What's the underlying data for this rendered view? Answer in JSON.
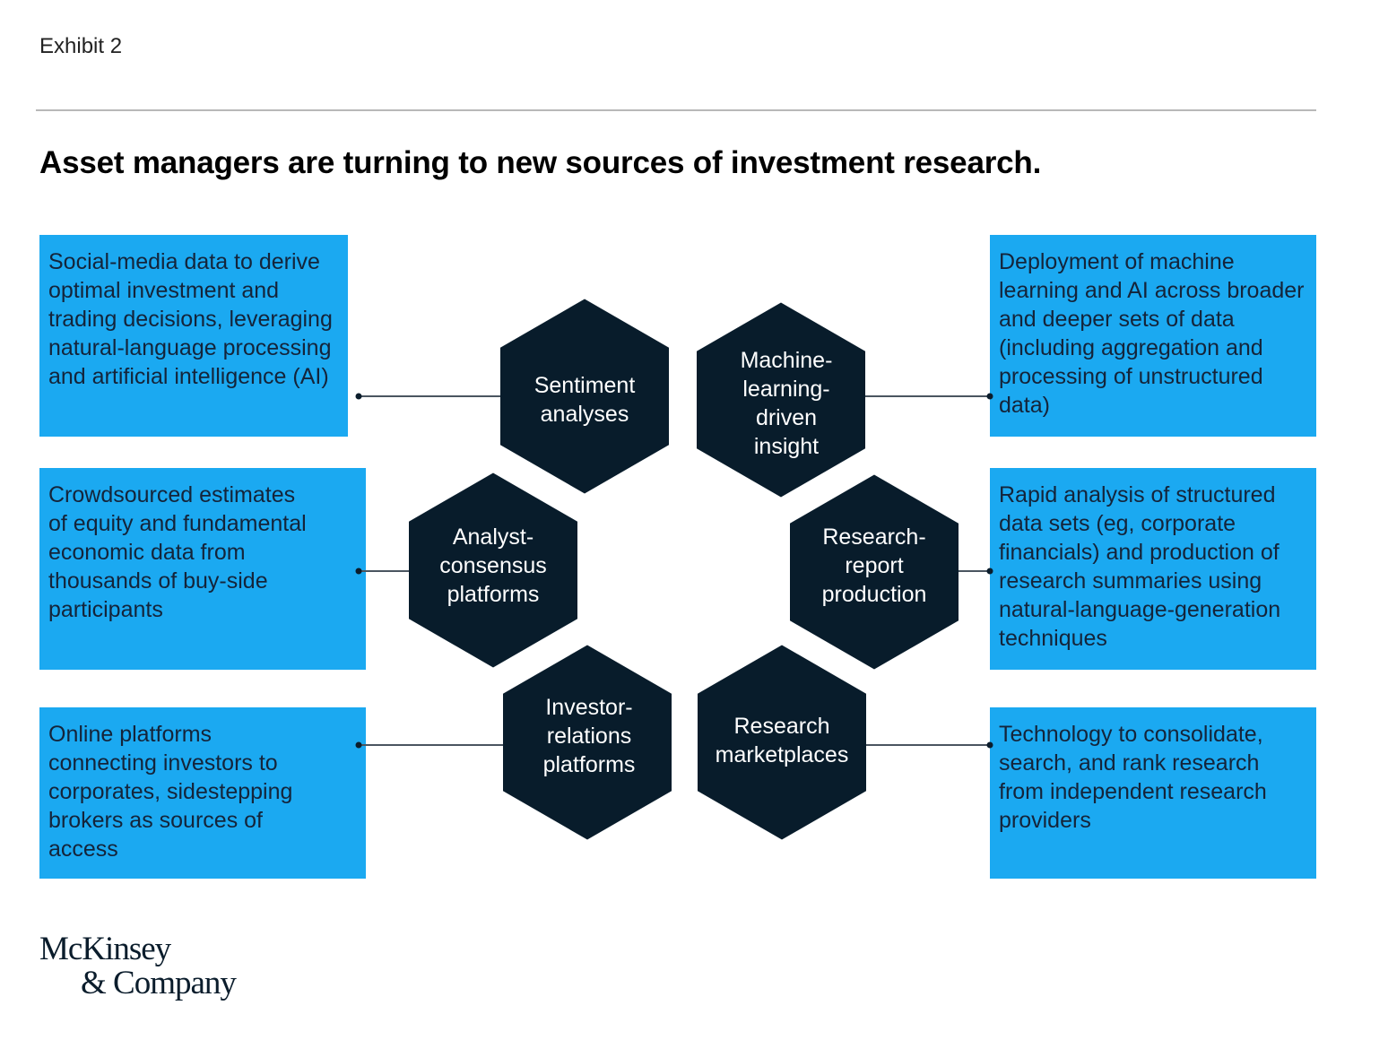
{
  "exhibit_label": "Exhibit 2",
  "title": "Asset managers are turning to new sources of investment research.",
  "colors": {
    "box": "#1ba9f1",
    "hex": "#081c2b",
    "connector": "#4a5560"
  },
  "hexagons": [
    {
      "id": "sentiment",
      "label": "Sentiment analyses"
    },
    {
      "id": "machine",
      "label": "Machine-learning-driven insight"
    },
    {
      "id": "analyst",
      "label": "Analyst-consensus platforms"
    },
    {
      "id": "report",
      "label": "Research-report production"
    },
    {
      "id": "investor",
      "label": "Investor-relations platforms"
    },
    {
      "id": "marketplaces",
      "label": "Research marketplaces"
    }
  ],
  "descriptions": [
    {
      "text": "Social-media data to derive optimal investment and trading decisions, leveraging natural-language processing and artificial intelligence (AI)"
    },
    {
      "text": "Deployment of machine learning and AI across broader and deeper sets of data (including aggregation and processing of unstructured data)"
    },
    {
      "text": "Crowdsourced estimates of equity and fundamental economic data from thousands of buy-side participants"
    },
    {
      "text": "Rapid analysis of structured data sets (eg, corporate financials) and production of research summaries using natural-language-generation techniques"
    },
    {
      "text": "Online platforms connecting investors to corporates, sidestepping brokers as sources of access"
    },
    {
      "text": "Technology to consolidate, search, and rank research from independent research providers"
    }
  ],
  "logo": {
    "line1": "McKinsey",
    "line2": "& Company"
  }
}
